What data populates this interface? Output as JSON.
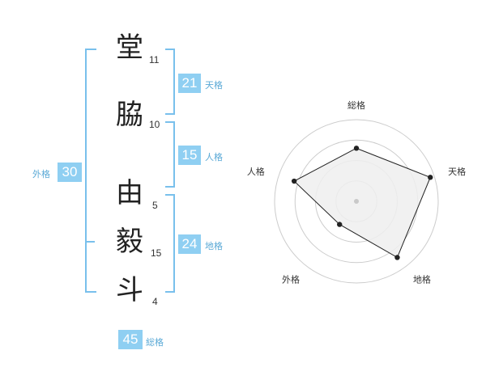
{
  "name_chars": [
    {
      "char": "堂",
      "strokes": "11"
    },
    {
      "char": "脇",
      "strokes": "10"
    },
    {
      "char": "由",
      "strokes": "5"
    },
    {
      "char": "毅",
      "strokes": "15"
    },
    {
      "char": "斗",
      "strokes": "4"
    }
  ],
  "kakusu": {
    "tenkaku": {
      "value": "21",
      "label": "天格"
    },
    "jinkaku": {
      "value": "15",
      "label": "人格"
    },
    "chikaku": {
      "value": "24",
      "label": "地格"
    },
    "gaikaku": {
      "value": "30",
      "label": "外格"
    },
    "soukaku": {
      "value": "45",
      "label": "総格"
    }
  },
  "radar": {
    "axes": [
      "総格",
      "天格",
      "地格",
      "外格",
      "人格"
    ],
    "values": [
      0.65,
      0.95,
      0.85,
      0.35,
      0.8
    ],
    "max": 1,
    "rings": 4,
    "colors": {
      "fill": "#efefef",
      "stroke": "#222222",
      "ring": "#cccccc",
      "center": "#c9c9c9"
    }
  }
}
